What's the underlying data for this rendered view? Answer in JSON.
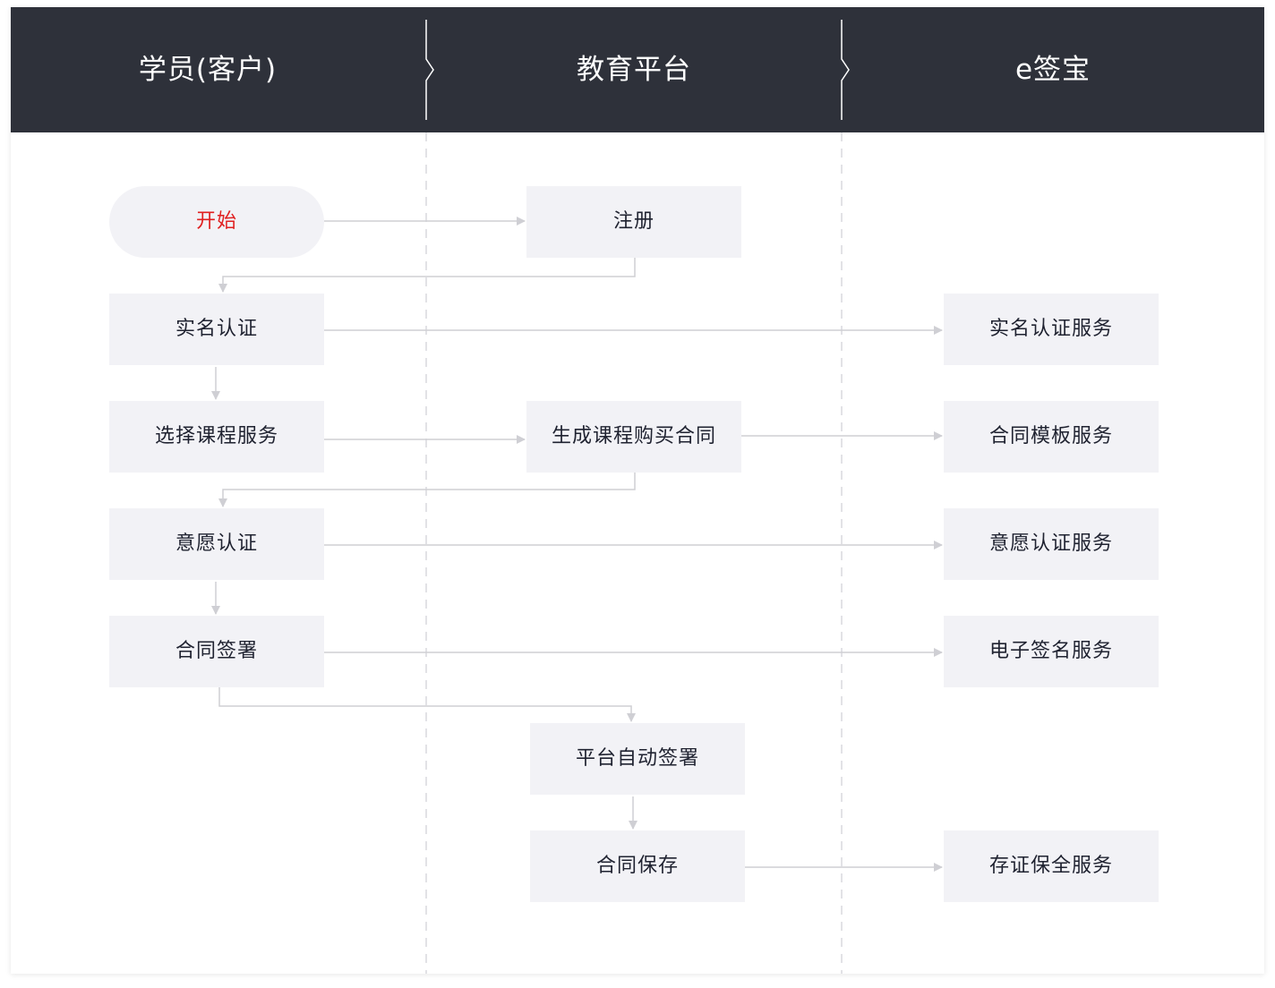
{
  "lanes": [
    {
      "title": "学员(客户)"
    },
    {
      "title": "教育平台"
    },
    {
      "title": "e签宝"
    }
  ],
  "nodes": {
    "start": "开始",
    "register": "注册",
    "real_name_auth": "实名认证",
    "select_course": "选择课程服务",
    "gen_contract": "生成课程购买合同",
    "intent_auth": "意愿认证",
    "contract_sign": "合同签署",
    "platform_auto_sign": "平台自动签署",
    "contract_save": "合同保存",
    "real_name_service": "实名认证服务",
    "template_service": "合同模板服务",
    "intent_service": "意愿认证服务",
    "esign_service": "电子签名服务",
    "evidence_service": "存证保全服务"
  },
  "colors": {
    "header_bg": "#2e313a",
    "node_bg": "#f2f2f6",
    "start_text": "#e02020",
    "connector": "#cfcfd4"
  }
}
